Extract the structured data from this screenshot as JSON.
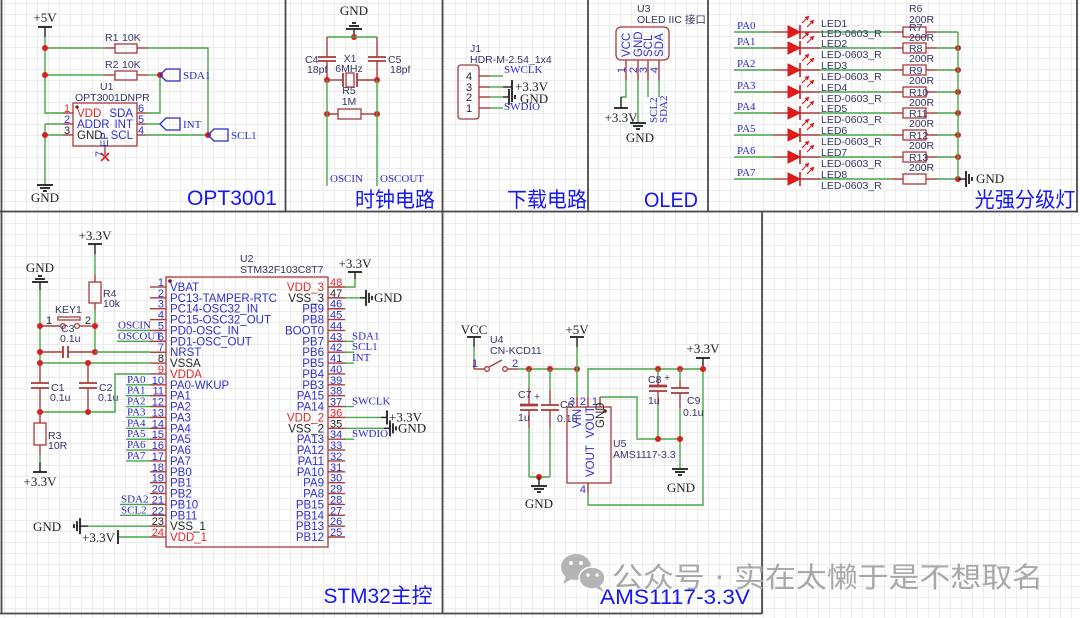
{
  "sheet": {
    "opt3001": {
      "title": "OPT3001",
      "power_label": "+5V",
      "gnd_label": "GND",
      "r1": {
        "ref": "R1",
        "value": "10K"
      },
      "r2": {
        "ref": "R2",
        "value": "10K"
      },
      "u1": {
        "ref": "U1",
        "part": "OPT3001DNPR"
      },
      "u1_pins_left": [
        {
          "num": "1",
          "name": "VDD"
        },
        {
          "num": "2",
          "name": "ADDR"
        },
        {
          "num": "3",
          "name": "GND"
        }
      ],
      "u1_pins_right": [
        {
          "num": "6",
          "name": "SDA"
        },
        {
          "num": "5",
          "name": "INT"
        },
        {
          "num": "4",
          "name": "SCL"
        }
      ],
      "u1_pin_ep": {
        "num": "7",
        "name": "EP"
      },
      "nets": {
        "sda": "SDA1",
        "int": "INT",
        "scl": "SCL1"
      }
    },
    "clock": {
      "title": "时钟电路",
      "gnd_label": "GND",
      "c4": {
        "ref": "C4",
        "value": "18pf"
      },
      "c5": {
        "ref": "C5",
        "value": "18pf"
      },
      "x1": {
        "ref": "X1",
        "value": "6MHz"
      },
      "r5": {
        "ref": "R5",
        "value": "1M"
      },
      "nets": {
        "oscin": "OSCIN",
        "oscout": "OSCOUT"
      }
    },
    "download": {
      "title": "下载电路",
      "j1": {
        "ref": "J1",
        "part": "HDR-M-2.54_1x4"
      },
      "pins": [
        {
          "num": "4",
          "net": "SWCLK"
        },
        {
          "num": "3",
          "net": "+3.3V"
        },
        {
          "num": "2",
          "net": "GND"
        },
        {
          "num": "1",
          "net": "SWDIO"
        }
      ]
    },
    "oled": {
      "title": "OLED",
      "u3": {
        "ref": "U3",
        "part": "OLED IIC 接口"
      },
      "pins": [
        {
          "num": "1",
          "name": "VCC",
          "net": "+3.3V"
        },
        {
          "num": "2",
          "name": "GND",
          "net": "GND"
        },
        {
          "num": "3",
          "name": "SCL",
          "net": "SCL2"
        },
        {
          "num": "4",
          "name": "SDA",
          "net": "SDA2"
        }
      ]
    },
    "leds": {
      "title": "光强分级灯",
      "gnd_label": "GND",
      "rows": [
        {
          "net": "PA0",
          "led": "LED1",
          "package": "LED-0603_R"
        },
        {
          "net": "PA1",
          "led": "LED2",
          "package": "LED-0603_R"
        },
        {
          "net": "PA2",
          "led": "LED3",
          "package": "LED-0603_R"
        },
        {
          "net": "PA3",
          "led": "LED4",
          "package": "LED-0603_R"
        },
        {
          "net": "PA4",
          "led": "LED5",
          "package": "LED-0603_R"
        },
        {
          "net": "PA5",
          "led": "LED6",
          "package": "LED-0603_R"
        },
        {
          "net": "PA6",
          "led": "LED7",
          "package": "LED-0603_R"
        },
        {
          "net": "PA7",
          "led": "LED8",
          "package": "LED-0603_R"
        }
      ],
      "resistors": [
        {
          "ref": "R6",
          "value": "200R"
        },
        {
          "ref": "R7",
          "value": "200R"
        },
        {
          "ref": "R8",
          "value": "200R"
        },
        {
          "ref": "R9",
          "value": "200R"
        },
        {
          "ref": "R10",
          "value": "200R"
        },
        {
          "ref": "R11",
          "value": "200R"
        },
        {
          "ref": "R12",
          "value": "200R"
        },
        {
          "ref": "R13",
          "value": "200R"
        }
      ]
    },
    "stm32": {
      "title": "STM32主控",
      "u2": {
        "ref": "U2",
        "part": "STM32F103C8T7"
      },
      "pins_left": [
        {
          "num": "1",
          "name": "VBAT"
        },
        {
          "num": "2",
          "name": "PC13-TAMPER-RTC"
        },
        {
          "num": "3",
          "name": "PC14-OSC32_IN"
        },
        {
          "num": "4",
          "name": "PC15-OSC32_OUT"
        },
        {
          "num": "5",
          "name": "PD0-OSC_IN"
        },
        {
          "num": "6",
          "name": "PD1-OSC_OUT"
        },
        {
          "num": "7",
          "name": "NRST"
        },
        {
          "num": "8",
          "name": "VSSA"
        },
        {
          "num": "9",
          "name": "VDDA"
        },
        {
          "num": "10",
          "name": "PA0-WKUP"
        },
        {
          "num": "11",
          "name": "PA1"
        },
        {
          "num": "12",
          "name": "PA2"
        },
        {
          "num": "13",
          "name": "PA3"
        },
        {
          "num": "14",
          "name": "PA4"
        },
        {
          "num": "15",
          "name": "PA5"
        },
        {
          "num": "16",
          "name": "PA6"
        },
        {
          "num": "17",
          "name": "PA7"
        },
        {
          "num": "18",
          "name": "PB0"
        },
        {
          "num": "19",
          "name": "PB1"
        },
        {
          "num": "20",
          "name": "PB2"
        },
        {
          "num": "21",
          "name": "PB10"
        },
        {
          "num": "22",
          "name": "PB11"
        },
        {
          "num": "23",
          "name": "VSS_1"
        },
        {
          "num": "24",
          "name": "VDD_1"
        }
      ],
      "pins_right": [
        {
          "num": "48",
          "name": "VDD_3"
        },
        {
          "num": "47",
          "name": "VSS_3"
        },
        {
          "num": "46",
          "name": "PB9"
        },
        {
          "num": "45",
          "name": "PB8"
        },
        {
          "num": "44",
          "name": "BOOT0"
        },
        {
          "num": "43",
          "name": "PB7"
        },
        {
          "num": "42",
          "name": "PB6"
        },
        {
          "num": "41",
          "name": "PB5"
        },
        {
          "num": "40",
          "name": "PB4"
        },
        {
          "num": "39",
          "name": "PB3"
        },
        {
          "num": "38",
          "name": "PA15"
        },
        {
          "num": "37",
          "name": "PA14"
        },
        {
          "num": "36",
          "name": "VDD_2"
        },
        {
          "num": "35",
          "name": "VSS_2"
        },
        {
          "num": "34",
          "name": "PA13"
        },
        {
          "num": "33",
          "name": "PA12"
        },
        {
          "num": "32",
          "name": "PA11"
        },
        {
          "num": "31",
          "name": "PA10"
        },
        {
          "num": "30",
          "name": "PA9"
        },
        {
          "num": "29",
          "name": "PA8"
        },
        {
          "num": "28",
          "name": "PB15"
        },
        {
          "num": "27",
          "name": "PB14"
        },
        {
          "num": "26",
          "name": "PB13"
        },
        {
          "num": "25",
          "name": "PB12"
        }
      ],
      "nets_left": [
        {
          "pin": "5",
          "net": "OSCIN"
        },
        {
          "pin": "6",
          "net": "OSCOUT"
        },
        {
          "pin": "10",
          "net": "PA0"
        },
        {
          "pin": "11",
          "net": "PA1"
        },
        {
          "pin": "12",
          "net": "PA2"
        },
        {
          "pin": "13",
          "net": "PA3"
        },
        {
          "pin": "14",
          "net": "PA4"
        },
        {
          "pin": "15",
          "net": "PA5"
        },
        {
          "pin": "16",
          "net": "PA6"
        },
        {
          "pin": "17",
          "net": "PA7"
        },
        {
          "pin": "21",
          "net": "SDA2"
        },
        {
          "pin": "22",
          "net": "SCL2"
        }
      ],
      "nets_right": [
        {
          "pin": "43",
          "net": "SDA1"
        },
        {
          "pin": "42",
          "net": "SCL1"
        },
        {
          "pin": "41",
          "net": "INT"
        },
        {
          "pin": "37",
          "net": "SWCLK"
        },
        {
          "pin": "34",
          "net": "SWDIO"
        }
      ],
      "power_nets": {
        "pin48": "+3.3V",
        "pin47": "GND",
        "pin36": "+3.3V",
        "pin35": "GND",
        "pin23": "GND",
        "pin24": "+3.3V"
      },
      "r4": {
        "ref": "R4",
        "value": "10k"
      },
      "r3": {
        "ref": "R3",
        "value": "10R"
      },
      "c1": {
        "ref": "C1",
        "value": "0.1u"
      },
      "c2": {
        "ref": "C2",
        "value": "0.1u"
      },
      "c3": {
        "ref": "C3",
        "value": "0.1u"
      },
      "key1": {
        "ref": "KEY1",
        "pin1": "1",
        "pin2": "2"
      },
      "r4_power_label": "+3.3V",
      "r3_power_label": "+3.3V",
      "gnd_label": "GND"
    },
    "ams1117": {
      "title": "AMS1117-3.3V",
      "vcc_label": "VCC",
      "v5_label": "+5V",
      "v33_label": "+3.3V",
      "gnd_label_left": "GND",
      "gnd_label_right": "GND",
      "u4": {
        "ref": "U4",
        "part": "CN-KCD11",
        "pin1": "1",
        "pin2": "2"
      },
      "u5": {
        "ref": "U5",
        "part": "AMS1117-3.3",
        "pins": [
          {
            "num": "3",
            "name": "VIN"
          },
          {
            "num": "2",
            "name": "VOUT"
          },
          {
            "num": "1",
            "name": "GND"
          },
          {
            "num": "4",
            "name": "VOUT"
          }
        ]
      },
      "c7": {
        "ref": "C7",
        "value": "1u",
        "polarity": "+"
      },
      "c6": {
        "ref": "C6",
        "value": "0.1u"
      },
      "c8": {
        "ref": "C8",
        "value": "1u",
        "polarity": "+"
      },
      "c9": {
        "ref": "C9",
        "value": "0.1u"
      }
    }
  },
  "watermark": {
    "icon": "wechat-icon",
    "text": "公众号 · 实在太懒于是不想取名"
  },
  "colors": {
    "wire": "#46a846",
    "pin": "#a83a3a",
    "junction": "#d92020",
    "pin_text": "#2f2fd0",
    "power_pin_text": "#e02828",
    "ground_pin_text": "#262626",
    "net_label": "#2b2bc8",
    "ref_text": "#35356a",
    "title": "#1616ee",
    "frame": "#4a4a4a",
    "grid": "#ececec",
    "watermark": "#a8a8a8"
  }
}
